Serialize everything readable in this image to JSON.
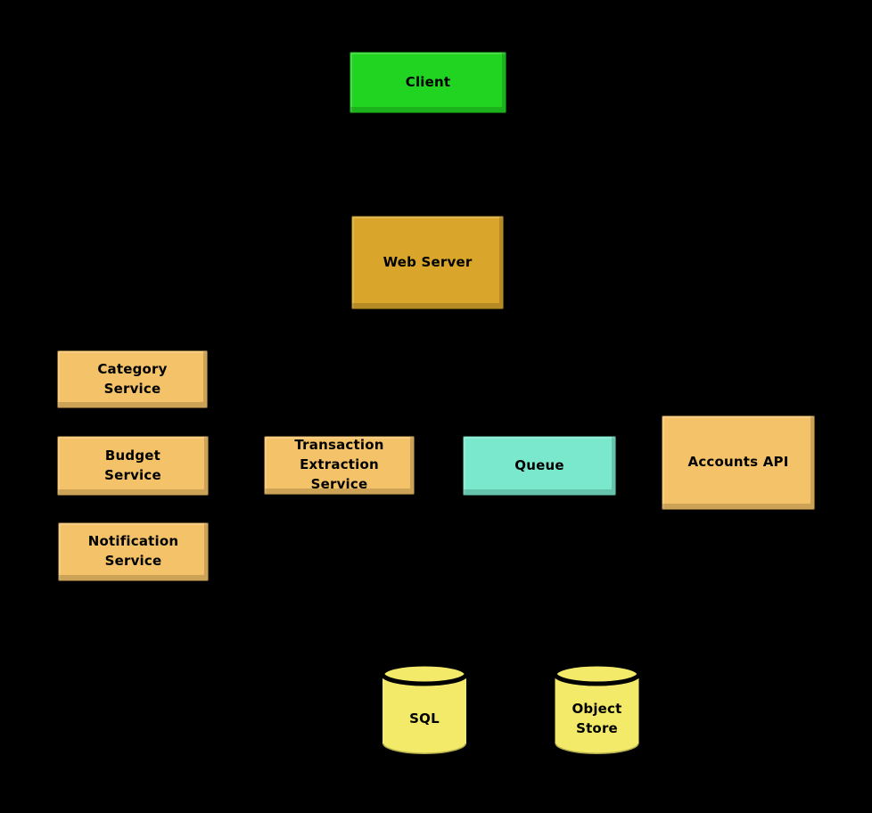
{
  "diagram": {
    "background_color": "#000000",
    "text_color": "#000000",
    "colors": {
      "client": "#22d422",
      "web_server": "#d9a62b",
      "service": "#f4c268",
      "queue": "#79e8cc",
      "database": "#f2ea68"
    },
    "nodes": [
      {
        "id": "client",
        "label": "Client",
        "shape": "box",
        "color": "#22d422"
      },
      {
        "id": "web-server",
        "label": "Web Server",
        "shape": "box",
        "color": "#d9a62b"
      },
      {
        "id": "category-service",
        "label": "Category\nService",
        "shape": "box",
        "color": "#f4c268"
      },
      {
        "id": "budget-service",
        "label": "Budget\nService",
        "shape": "box",
        "color": "#f4c268"
      },
      {
        "id": "notification-service",
        "label": "Notification\nService",
        "shape": "box",
        "color": "#f4c268"
      },
      {
        "id": "transaction-extraction-service",
        "label": "Transaction\nExtraction\nService",
        "shape": "box",
        "color": "#f4c268"
      },
      {
        "id": "queue",
        "label": "Queue",
        "shape": "box",
        "color": "#79e8cc"
      },
      {
        "id": "accounts-api",
        "label": "Accounts API",
        "shape": "box",
        "color": "#f4c268"
      },
      {
        "id": "sql-database",
        "label": "SQL",
        "shape": "cylinder",
        "color": "#f2ea68"
      },
      {
        "id": "object-store",
        "label": "Object\nStore",
        "shape": "cylinder",
        "color": "#f2ea68"
      }
    ]
  }
}
